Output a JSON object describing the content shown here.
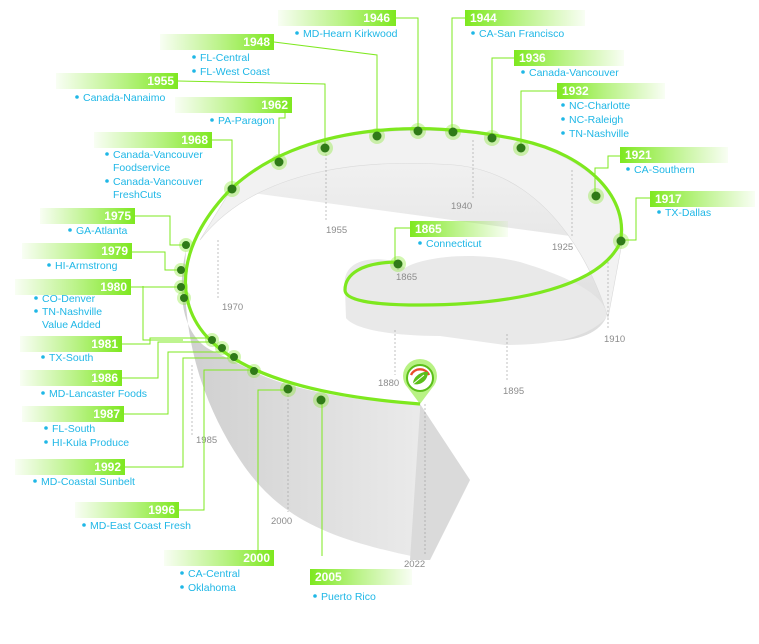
{
  "colors": {
    "accent": "#7ee81f",
    "label_blue": "#1fb7e6",
    "dot": "#2f7a18",
    "ribbon_top": "#ededed",
    "ribbon_shadow": "#bdbdbd",
    "decade_text": "#8c8c8c"
  },
  "icons": {
    "marker": "leaf-pin-icon"
  },
  "timeline": {
    "milestones": [
      {
        "year": "1946",
        "locations": [
          "MD-Hearn Kirkwood"
        ]
      },
      {
        "year": "1944",
        "locations": [
          "CA-San Francisco"
        ]
      },
      {
        "year": "1948",
        "locations": [
          "FL-Central",
          "FL-West Coast"
        ]
      },
      {
        "year": "1936",
        "locations": [
          "Canada-Vancouver"
        ]
      },
      {
        "year": "1955",
        "locations": [
          "Canada-Nanaimo"
        ]
      },
      {
        "year": "1932",
        "locations": [
          "NC-Charlotte",
          "NC-Raleigh",
          "TN-Nashville"
        ]
      },
      {
        "year": "1962",
        "locations": [
          "PA-Paragon"
        ]
      },
      {
        "year": "1968",
        "locations": [
          "Canada-Vancouver",
          "Foodservice",
          "Canada-Vancouver",
          "FreshCuts"
        ]
      },
      {
        "year": "1921",
        "locations": [
          "CA-Southern"
        ]
      },
      {
        "year": "1917",
        "locations": [
          "TX-Dallas"
        ]
      },
      {
        "year": "1975",
        "locations": [
          "GA-Atlanta"
        ]
      },
      {
        "year": "1865",
        "locations": [
          "Connecticut"
        ]
      },
      {
        "year": "1979",
        "locations": [
          "HI-Armstrong"
        ]
      },
      {
        "year": "1980",
        "locations": [
          "CO-Denver",
          "TN-Nashville",
          "Value Added"
        ]
      },
      {
        "year": "1981",
        "locations": [
          "TX-South"
        ]
      },
      {
        "year": "1986",
        "locations": [
          "MD-Lancaster Foods"
        ]
      },
      {
        "year": "1987",
        "locations": [
          "FL-South",
          "HI-Kula Produce"
        ]
      },
      {
        "year": "1992",
        "locations": [
          "MD-Coastal Sunbelt"
        ]
      },
      {
        "year": "1996",
        "locations": [
          "MD-East Coast Fresh"
        ]
      },
      {
        "year": "2000",
        "locations": [
          "CA-Central",
          "Oklahoma"
        ]
      },
      {
        "year": "2005",
        "locations": [
          "Puerto Rico"
        ]
      }
    ],
    "decade_labels": [
      "1940",
      "1955",
      "1925",
      "1970",
      "1865",
      "1910",
      "1880",
      "1895",
      "1985",
      "2000",
      "2022"
    ]
  }
}
